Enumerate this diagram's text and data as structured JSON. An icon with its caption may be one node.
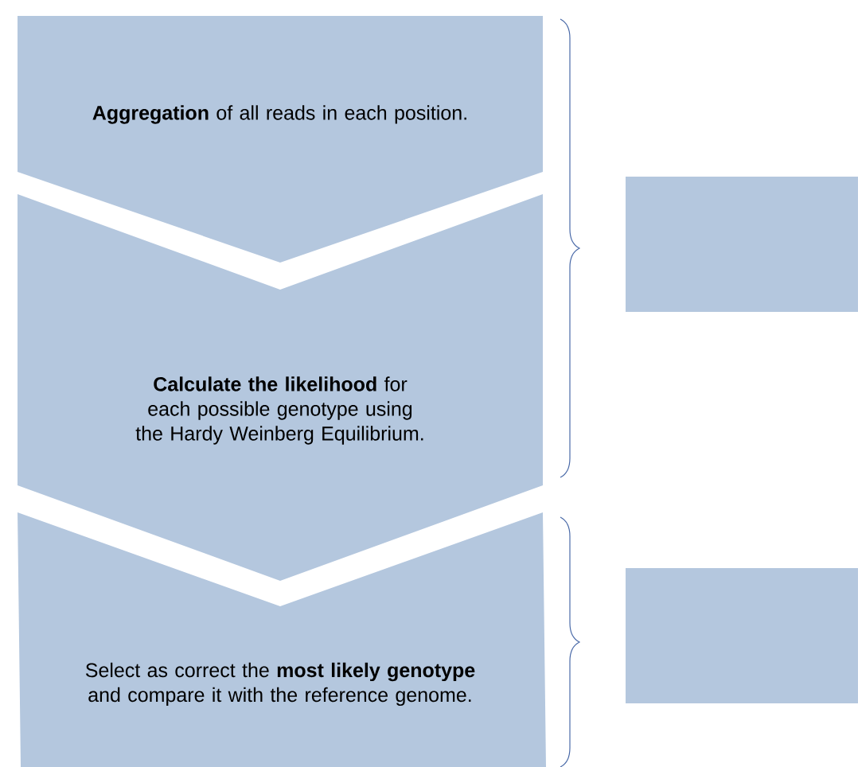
{
  "diagram": {
    "nodes": [
      {
        "text": [
          "**Aggregation** of all reads in each position."
        ]
      },
      {
        "text": [
          "**Calculate the likelihood** for each possible genotype using the Hardy Weinberg Equilibrium."
        ]
      },
      {
        "text": [
          "Select as correct the **most likely genotype** and compare it with the reference genome."
        ]
      },
      {
        "text": [],
        "shape": "box"
      },
      {
        "text": [],
        "shape": "box"
      }
    ]
  }
}
